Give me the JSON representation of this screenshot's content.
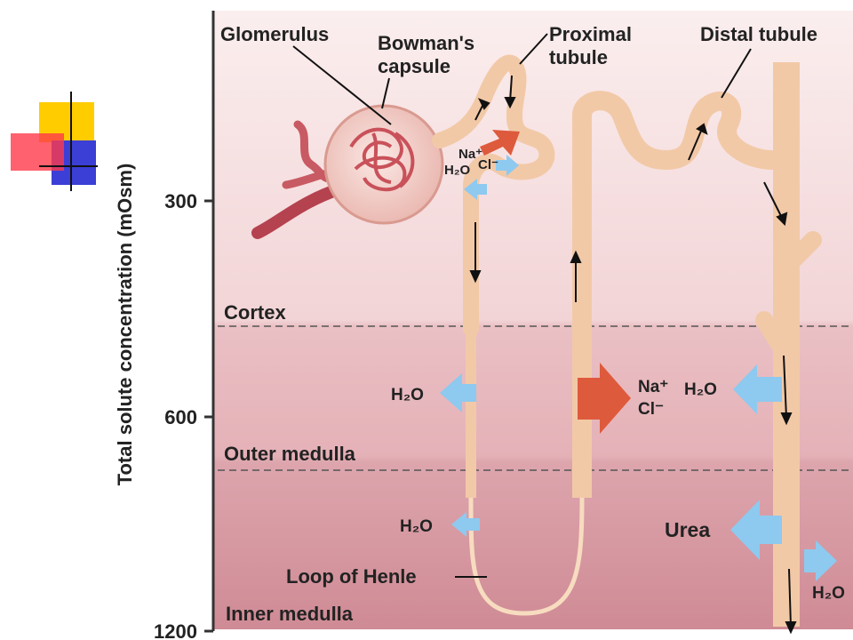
{
  "axis": {
    "title": "Total solute concentration (mOsm)",
    "ticks": [
      "300",
      "600",
      "1200"
    ]
  },
  "regions": {
    "cortex": "Cortex",
    "outer_medulla": "Outer medulla",
    "inner_medulla": "Inner medulla"
  },
  "structures": {
    "glomerulus": "Glomerulus",
    "bowmans_capsule_line1": "Bowman's",
    "bowmans_capsule_line2": "capsule",
    "proximal_tubule_line1": "Proximal",
    "proximal_tubule_line2": "tubule",
    "distal_tubule": "Distal tubule",
    "loop_of_henle": "Loop of Henle"
  },
  "solutes": {
    "water": "H₂O",
    "water_plain": "H₂O",
    "sodium": "Na⁺",
    "chloride": "Cl⁻",
    "urea": "Urea"
  },
  "colors": {
    "cortex_bg": "#f6dcdc",
    "outer_medulla_bg": "#e9b8be",
    "inner_medulla_bg": "#d99ba4",
    "tubule": "#f6cfb0",
    "water_arrow": "#8ec9ef",
    "salt_arrow": "#de5a3c",
    "capillary": "#b5424f"
  }
}
